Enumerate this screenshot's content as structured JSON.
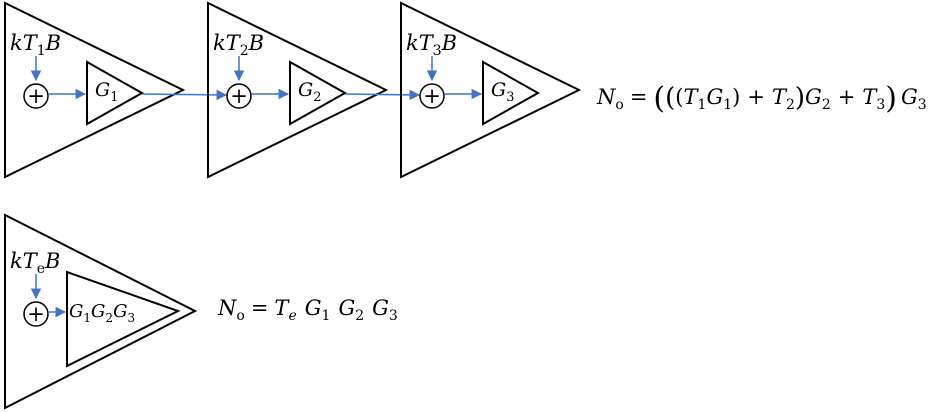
{
  "stages": [
    {
      "noise_input": {
        "pre": "k",
        "var": "T",
        "sub": "1",
        "post": "B"
      },
      "gain": {
        "var": "G",
        "sub": "1"
      }
    },
    {
      "noise_input": {
        "pre": "k",
        "var": "T",
        "sub": "2",
        "post": "B"
      },
      "gain": {
        "var": "G",
        "sub": "2"
      }
    },
    {
      "noise_input": {
        "pre": "k",
        "var": "T",
        "sub": "3",
        "post": "B"
      },
      "gain": {
        "var": "G",
        "sub": "3"
      }
    }
  ],
  "cascade_equation": {
    "lhs_var": "N",
    "lhs_sub": "o",
    "eq": "=",
    "open_big": "(",
    "open_mid": "(",
    "open_small": "(",
    "t1": "T",
    "t1_sub": "1",
    "g1": "G",
    "g1_sub": "1",
    "close_small": ")",
    "plus1": "+",
    "t2": "T",
    "t2_sub": "2",
    "close_mid": ")",
    "g2": "G",
    "g2_sub": "2",
    "plus2": "+",
    "t3": "T",
    "t3_sub": "3",
    "close_big": ")",
    "g3": "G",
    "g3_sub": "3"
  },
  "equivalent": {
    "noise_input": {
      "pre": "k",
      "var": "T",
      "sub": "e",
      "post": "B"
    },
    "gain": {
      "g1": "G",
      "s1": "1",
      "g2": "G",
      "s2": "2",
      "g3": "G",
      "s3": "3"
    }
  },
  "equivalent_equation": {
    "lhs_var": "N",
    "lhs_sub": "o",
    "eq": "=",
    "te": "T",
    "te_sub": "e",
    "g1": "G",
    "g1_sub": "1",
    "g2": "G",
    "g2_sub": "2",
    "g3": "G",
    "g3_sub": "3"
  },
  "sum_symbol": "+",
  "colors": {
    "arrow": "#4472C4",
    "outline": "#000000"
  }
}
